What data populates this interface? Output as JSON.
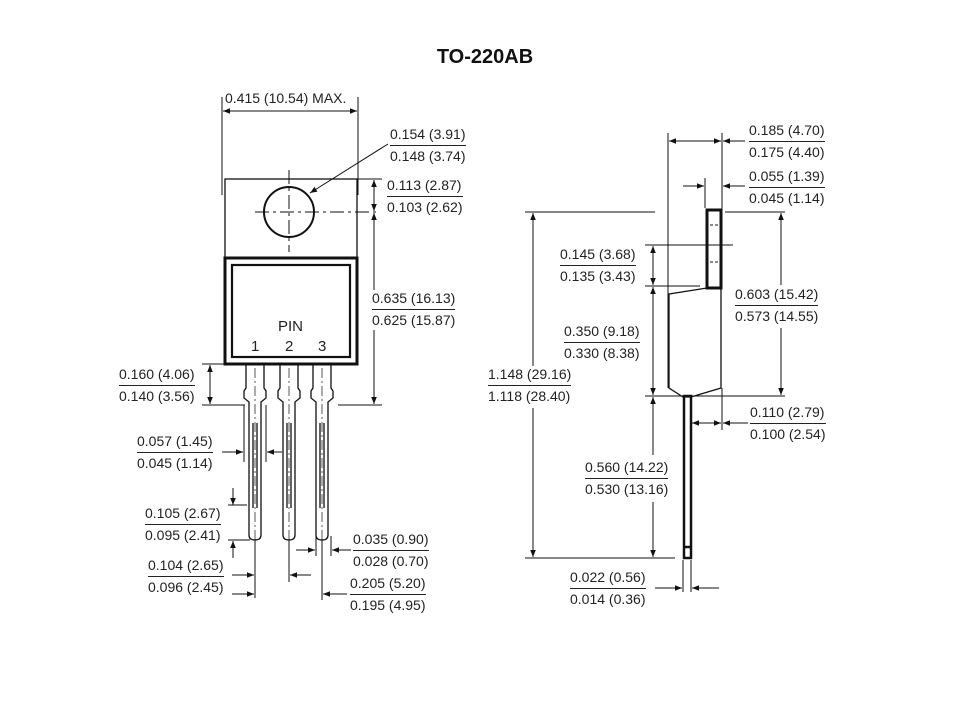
{
  "title": "TO-220AB",
  "pin_label": "PIN",
  "pins": [
    "1",
    "2",
    "3"
  ],
  "front_view": {
    "width_max": "0.415 (10.54) MAX.",
    "hole_diameter": {
      "max": "0.154 (3.91)",
      "min": "0.148 (3.74)"
    },
    "hole_to_top": {
      "max": "0.113 (2.87)",
      "min": "0.103 (2.62)"
    },
    "hole_to_body_bottom": {
      "max": "0.635 (16.13)",
      "min": "0.625 (15.87)"
    },
    "lead_shoulder_length": {
      "max": "0.160 (4.06)",
      "min": "0.140 (3.56)"
    },
    "lead_shoulder_width": {
      "max": "0.057 (1.45)",
      "min": "0.045 (1.14)"
    },
    "lead_tip_length": {
      "max": "0.105 (2.67)",
      "min": "0.095 (2.41)"
    },
    "lead_pitch": {
      "max": "0.104 (2.65)",
      "min": "0.096 (2.45)"
    },
    "lead_width": {
      "max": "0.035 (0.90)",
      "min": "0.028 (0.70)"
    },
    "lead_span": {
      "max": "0.205 (5.20)",
      "min": "0.195 (4.95)"
    }
  },
  "side_view": {
    "body_thickness": {
      "max": "0.185 (4.70)",
      "min": "0.175 (4.40)"
    },
    "tab_thickness": {
      "max": "0.055 (1.39)",
      "min": "0.045 (1.14)"
    },
    "hole_offset": {
      "max": "0.145 (3.68)",
      "min": "0.135 (3.43)"
    },
    "tab_plus_body": {
      "max": "0.603 (15.42)",
      "min": "0.573 (14.55)"
    },
    "body_height": {
      "max": "0.350 (9.18)",
      "min": "0.330 (8.38)"
    },
    "overall_length": {
      "max": "1.148 (29.16)",
      "min": "1.118 (28.40)"
    },
    "lead_offset": {
      "max": "0.110 (2.79)",
      "min": "0.100 (2.54)"
    },
    "lead_length": {
      "max": "0.560 (14.22)",
      "min": "0.530 (13.16)"
    },
    "lead_thickness": {
      "max": "0.022 (0.56)",
      "min": "0.014 (0.36)"
    }
  }
}
